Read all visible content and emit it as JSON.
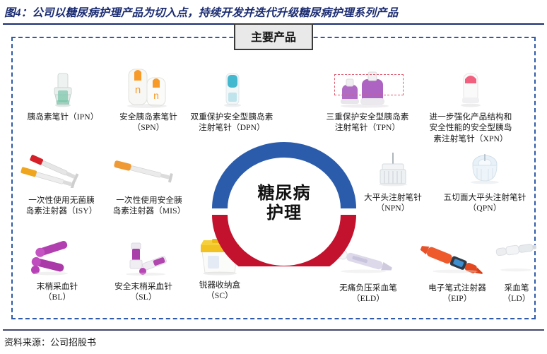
{
  "figure": {
    "title": "图4：公司以糖尿病护理产品为切入点，持续开发并迭代升级糖尿病护理系列产品",
    "source_label": "资料来源：公司招股书"
  },
  "panel": {
    "header_chip": "主要产品",
    "center": {
      "line1": "糖尿病",
      "line2": "护理"
    },
    "colors": {
      "title_blue": "#1b2c72",
      "frame_blue": "#2f5aa8",
      "donut_top": "#2b5cab",
      "donut_bottom": "#c3122e",
      "highlight_red": "#e05a6e",
      "chip_bg": "#e9e9e9"
    }
  },
  "products": {
    "row1": [
      {
        "id": "IPN",
        "name": "胰岛素笔针",
        "code": "（IPN）",
        "caption": "胰岛素笔针（IPN）",
        "icon": "insulin-pen-needle-green"
      },
      {
        "id": "SPN",
        "name": "安全胰岛素笔针",
        "code": "（SPN）",
        "caption_line1": "安全胰岛素笔针",
        "caption_line2": "（SPN）",
        "icon": "safety-pen-needle-orange"
      },
      {
        "id": "DPN",
        "name": "双重保护安全型胰岛素注射笔针",
        "code": "（DPN）",
        "caption_line1": "双重保护安全型胰岛素",
        "caption_line2": "注射笔针（DPN）",
        "icon": "dual-protection-needle-cyan"
      },
      {
        "id": "TPN",
        "name": "三重保护安全型胰岛素注射笔针",
        "code": "（TPN）",
        "caption_line1": "三重保护安全型胰岛素",
        "caption_line2": "注射笔针（TPN）",
        "icon": "triple-protection-needle-purple",
        "highlighted": true
      },
      {
        "id": "XPN",
        "name": "进一步强化产品结构和安全性能的安全型胰岛素注射笔针",
        "code": "（XPN）",
        "caption_line1": "进一步强化产品结构和",
        "caption_line2": "安全性能的安全型胰岛",
        "caption_line3": "素注射笔针（XPN）",
        "icon": "enhanced-safety-needle-pink"
      }
    ],
    "row2": [
      {
        "id": "ISY",
        "name": "一次性使用无菌胰岛素注射器",
        "code": "（ISY）",
        "caption_line1": "一次性使用无菌胰",
        "caption_line2": "岛素注射器（ISY）",
        "icon": "disposable-syringe-red-yellow"
      },
      {
        "id": "MIS",
        "name": "一次性使用安全胰岛素注射器",
        "code": "（MIS）",
        "caption_line1": "一次性使用安全胰",
        "caption_line2": "岛素注射器（MIS）",
        "icon": "safety-syringe-orange"
      },
      {
        "id": "NPN",
        "name": "大平头注射笔针",
        "code": "（NPN）",
        "caption_line1": "大平头注射笔针",
        "caption_line2": "（NPN）",
        "icon": "flat-head-pen-needle"
      },
      {
        "id": "QPN",
        "name": "五切面大平头注射笔针",
        "code": "（QPN）",
        "caption_line1": "五切面大平头注射笔针",
        "caption_line2": "（QPN）",
        "icon": "five-bevel-flat-head-needle"
      }
    ],
    "row3": [
      {
        "id": "BL",
        "name": "末梢采血针",
        "code": "（BL）",
        "caption_line1": "末梢采血针",
        "caption_line2": "（BL）",
        "icon": "lancet-purple"
      },
      {
        "id": "SL",
        "name": "安全末梢采血针",
        "code": "（SL）",
        "caption_line1": "安全末梢采血针",
        "caption_line2": "（SL）",
        "icon": "safety-lancet-purple"
      },
      {
        "id": "SC",
        "name": "锐器收纳盒",
        "code": "（SC）",
        "caption_line1": "锐器收纳盒",
        "caption_line2": "（SC）",
        "icon": "sharps-container-yellow"
      },
      {
        "id": "ELD",
        "name": "无痛负压采血笔",
        "code": "（ELD）",
        "caption_line1": "无痛负压采血笔",
        "caption_line2": "（ELD）",
        "icon": "painless-vacuum-lancing-device"
      },
      {
        "id": "EIP",
        "name": "电子笔式注射器",
        "code": "（EIP）",
        "caption_line1": "电子笔式注射器",
        "caption_line2": "（EIP）",
        "icon": "electronic-pen-injector-red"
      },
      {
        "id": "LD",
        "name": "采血笔",
        "code": "（LD）",
        "caption_line1": "采血笔",
        "caption_line2": "（LD）",
        "icon": "lancing-device-grey"
      }
    ]
  }
}
